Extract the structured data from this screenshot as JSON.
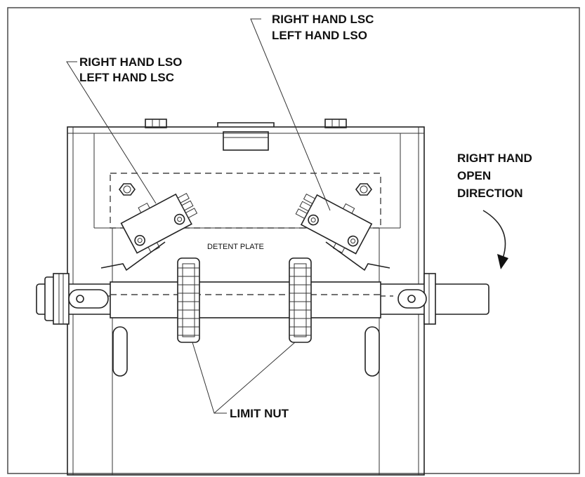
{
  "labels": {
    "switch_left_line1": "RIGHT HAND LSO",
    "switch_left_line2": "LEFT HAND LSC",
    "switch_right_line1": "RIGHT HAND LSC",
    "switch_right_line2": "LEFT HAND LSO",
    "direction_line1": "RIGHT HAND",
    "direction_line2": "OPEN",
    "direction_line3": "DIRECTION",
    "detent_plate": "DETENT PLATE",
    "limit_nut": "LIMIT NUT"
  },
  "colors": {
    "line": "#222222",
    "background": "#ffffff"
  }
}
